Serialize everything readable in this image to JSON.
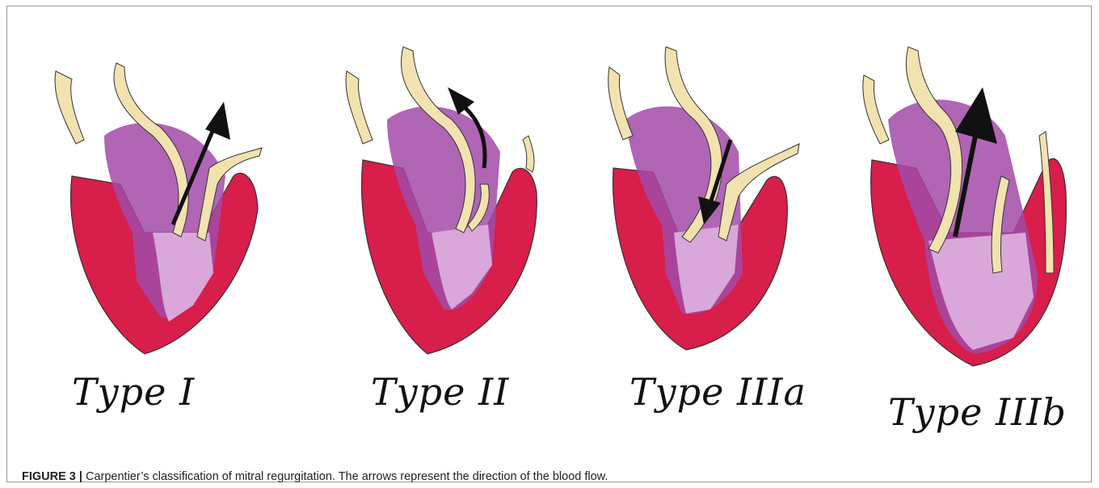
{
  "figure": {
    "panels": [
      {
        "label": "Type I",
        "arrow": "up-right"
      },
      {
        "label": "Type II",
        "arrow": "curved-up-left"
      },
      {
        "label": "Type IIIa",
        "arrow": "down"
      },
      {
        "label": "Type IIIb",
        "arrow": "up"
      }
    ],
    "caption_label": "FIGURE 3 |",
    "caption_text": "Carpentier’s classification of mitral regurgitation. The arrows represent the direction of the blood flow.",
    "colors": {
      "myocardium": "#d81e4a",
      "chamber": "#a24aa8",
      "chamber_light": "#d9a7d9",
      "valve": "#f2e2b0",
      "arrow": "#111111"
    }
  }
}
